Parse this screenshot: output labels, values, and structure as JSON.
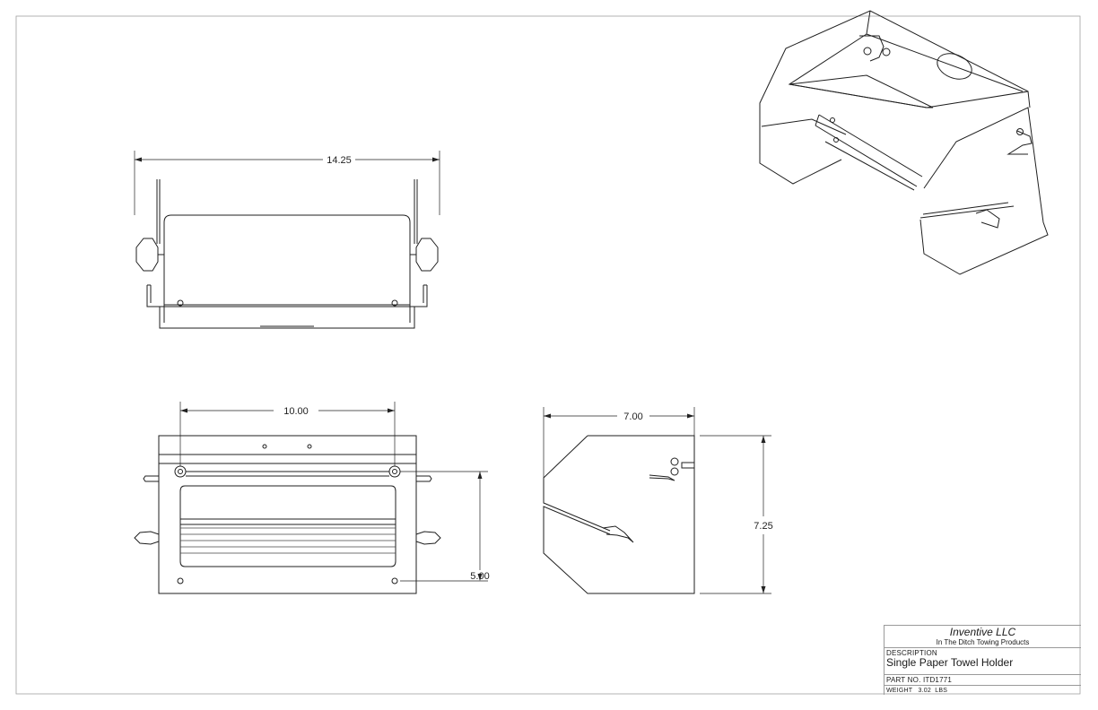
{
  "dimensions": {
    "front_width": "14.25",
    "top_width": "10.00",
    "top_depth": "5.00",
    "side_width": "7.00",
    "side_height": "7.25"
  },
  "title_block": {
    "company": "Inventive LLC",
    "subtitle": "In The Ditch Towing Products",
    "description_label": "DESCRIPTION",
    "description": "Single Paper Towel Holder",
    "part_no_label": "PART NO.",
    "part_no": "ITD1771",
    "weight_label": "WEIGHT",
    "weight": "3.02",
    "weight_unit": "LBS"
  }
}
